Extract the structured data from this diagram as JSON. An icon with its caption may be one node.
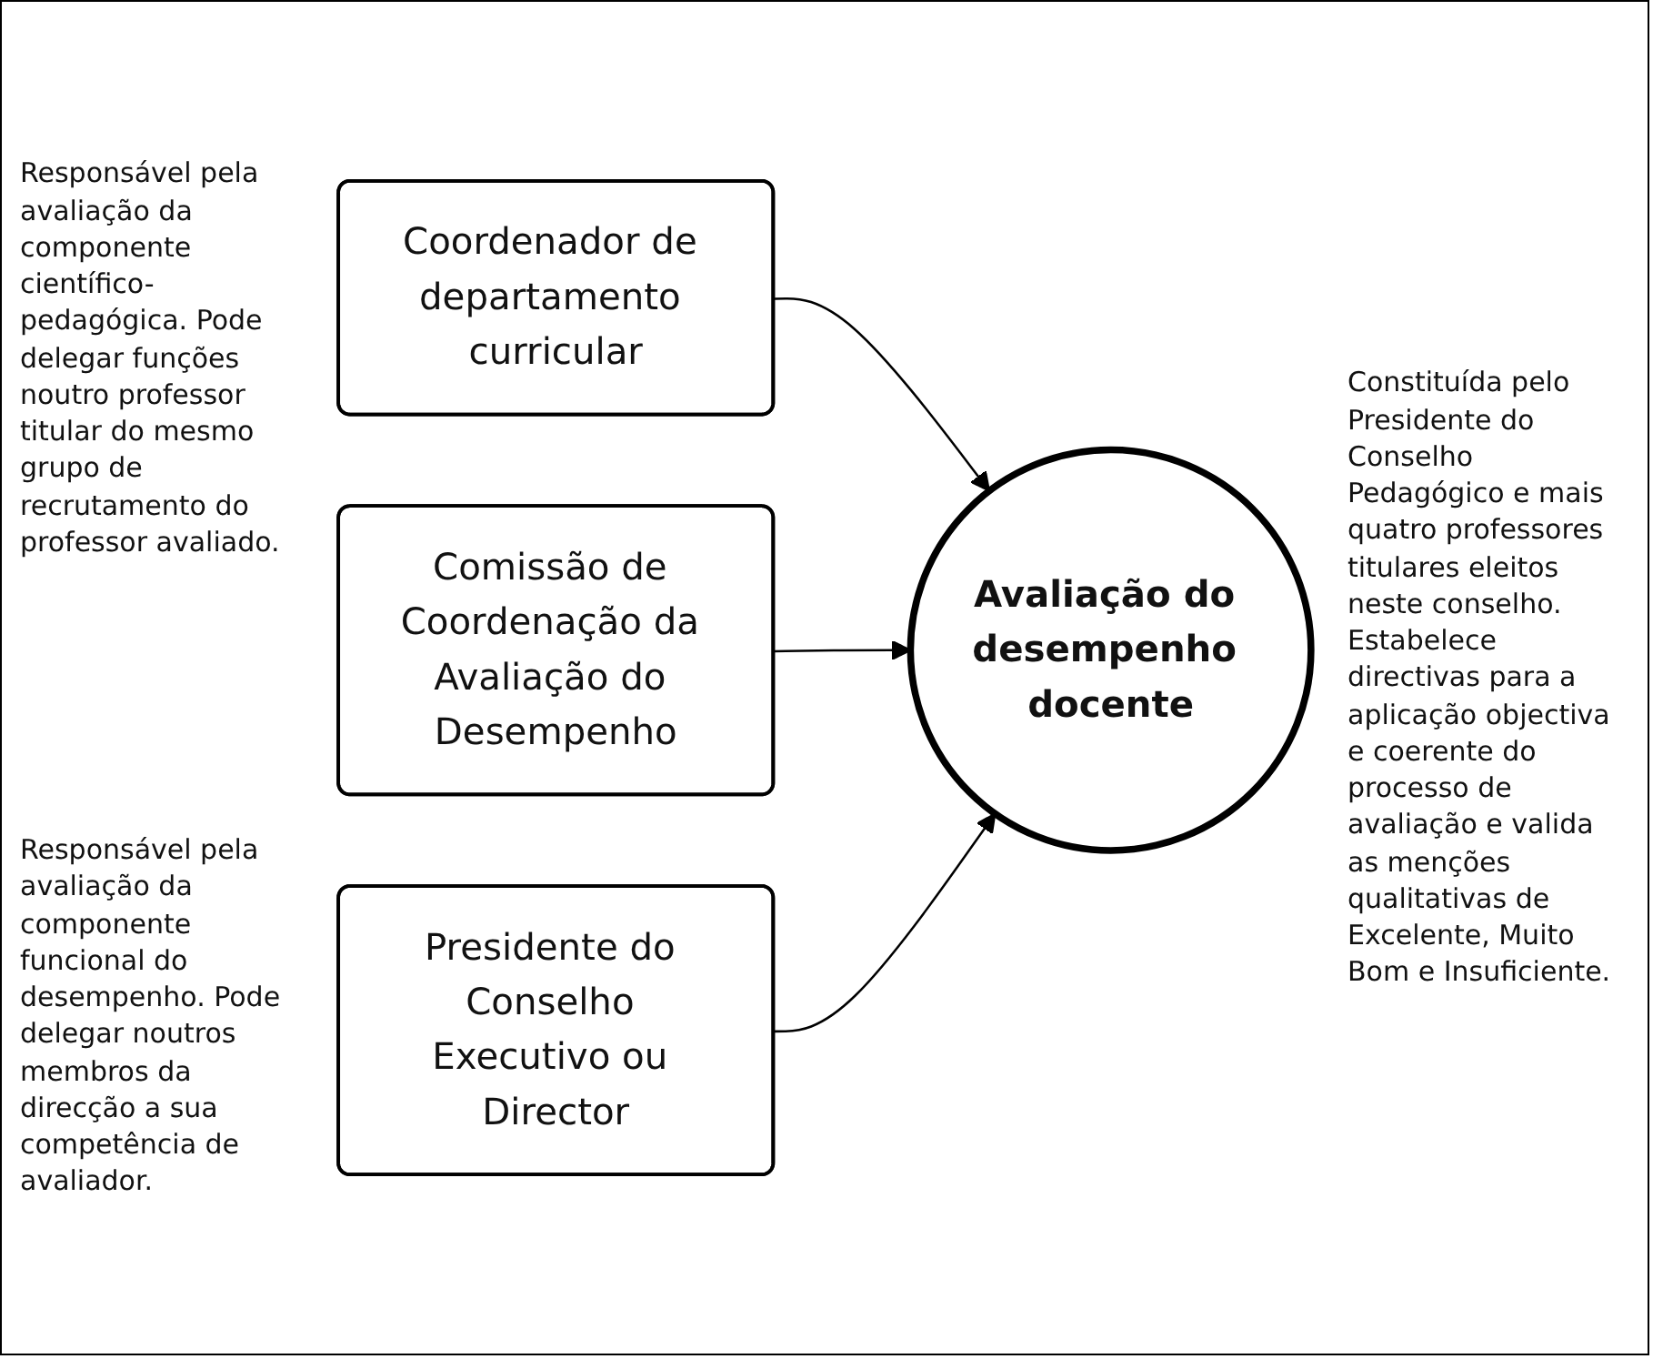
{
  "diagram": {
    "nodes": [
      {
        "text": [
          "Coordenador de departamento curricular"
        ]
      },
      {
        "text": [
          "Avaliação do desempenho docente"
        ]
      },
      {
        "text": [
          "Comissão de Coordenação da Avaliação do Desempenho"
        ]
      },
      {
        "text": [
          "Presidente do Conselho Executivo ou Director"
        ]
      }
    ],
    "edges": [
      {
        "from": 0,
        "to": 1,
        "arrow": "to"
      },
      {
        "from": 2,
        "to": 1,
        "arrow": "to"
      },
      {
        "from": 3,
        "to": 1,
        "arrow": "to"
      }
    ],
    "labels": [
      "Responsável pela avaliação da componente científico-pedagógica. Pode delegar funções noutro professor titular do mesmo grupo de recrutamento do professor avaliado.",
      "Constituída pelo Presidente do Conselho Pedagógico e mais quatro professores titulares eleitos neste conselho. Estabelece directivas para a aplicação objectiva e coerente do processo de avaliação e valida as menções qualitativas de Excelente, Muito Bom e Insuficiente.",
      "Responsável pela avaliação da componente funcional do desempenho. Pode delegar noutros membros da direcção a sua competência de avaliador."
    ]
  }
}
